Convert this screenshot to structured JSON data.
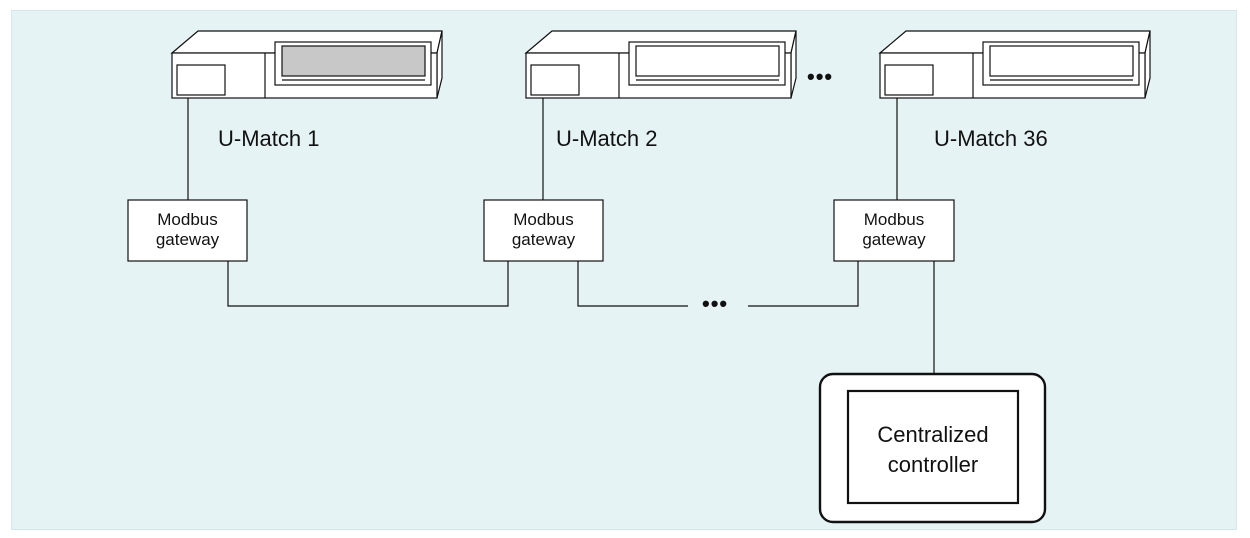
{
  "units": [
    {
      "label": "U-Match 1"
    },
    {
      "label": "U-Match 2"
    },
    {
      "label": "U-Match 36"
    }
  ],
  "gateways": [
    {
      "line1": "Modbus",
      "line2": "gateway"
    },
    {
      "line1": "Modbus",
      "line2": "gateway"
    },
    {
      "line1": "Modbus",
      "line2": "gateway"
    }
  ],
  "controller": {
    "line1": "Centralized",
    "line2": "controller"
  },
  "ellipsis": "•••",
  "colors": {
    "background": "#e6f3f5",
    "unit_fill": "#ffffff",
    "panel_shaded": "#c8c8c8",
    "line": "#111111"
  }
}
